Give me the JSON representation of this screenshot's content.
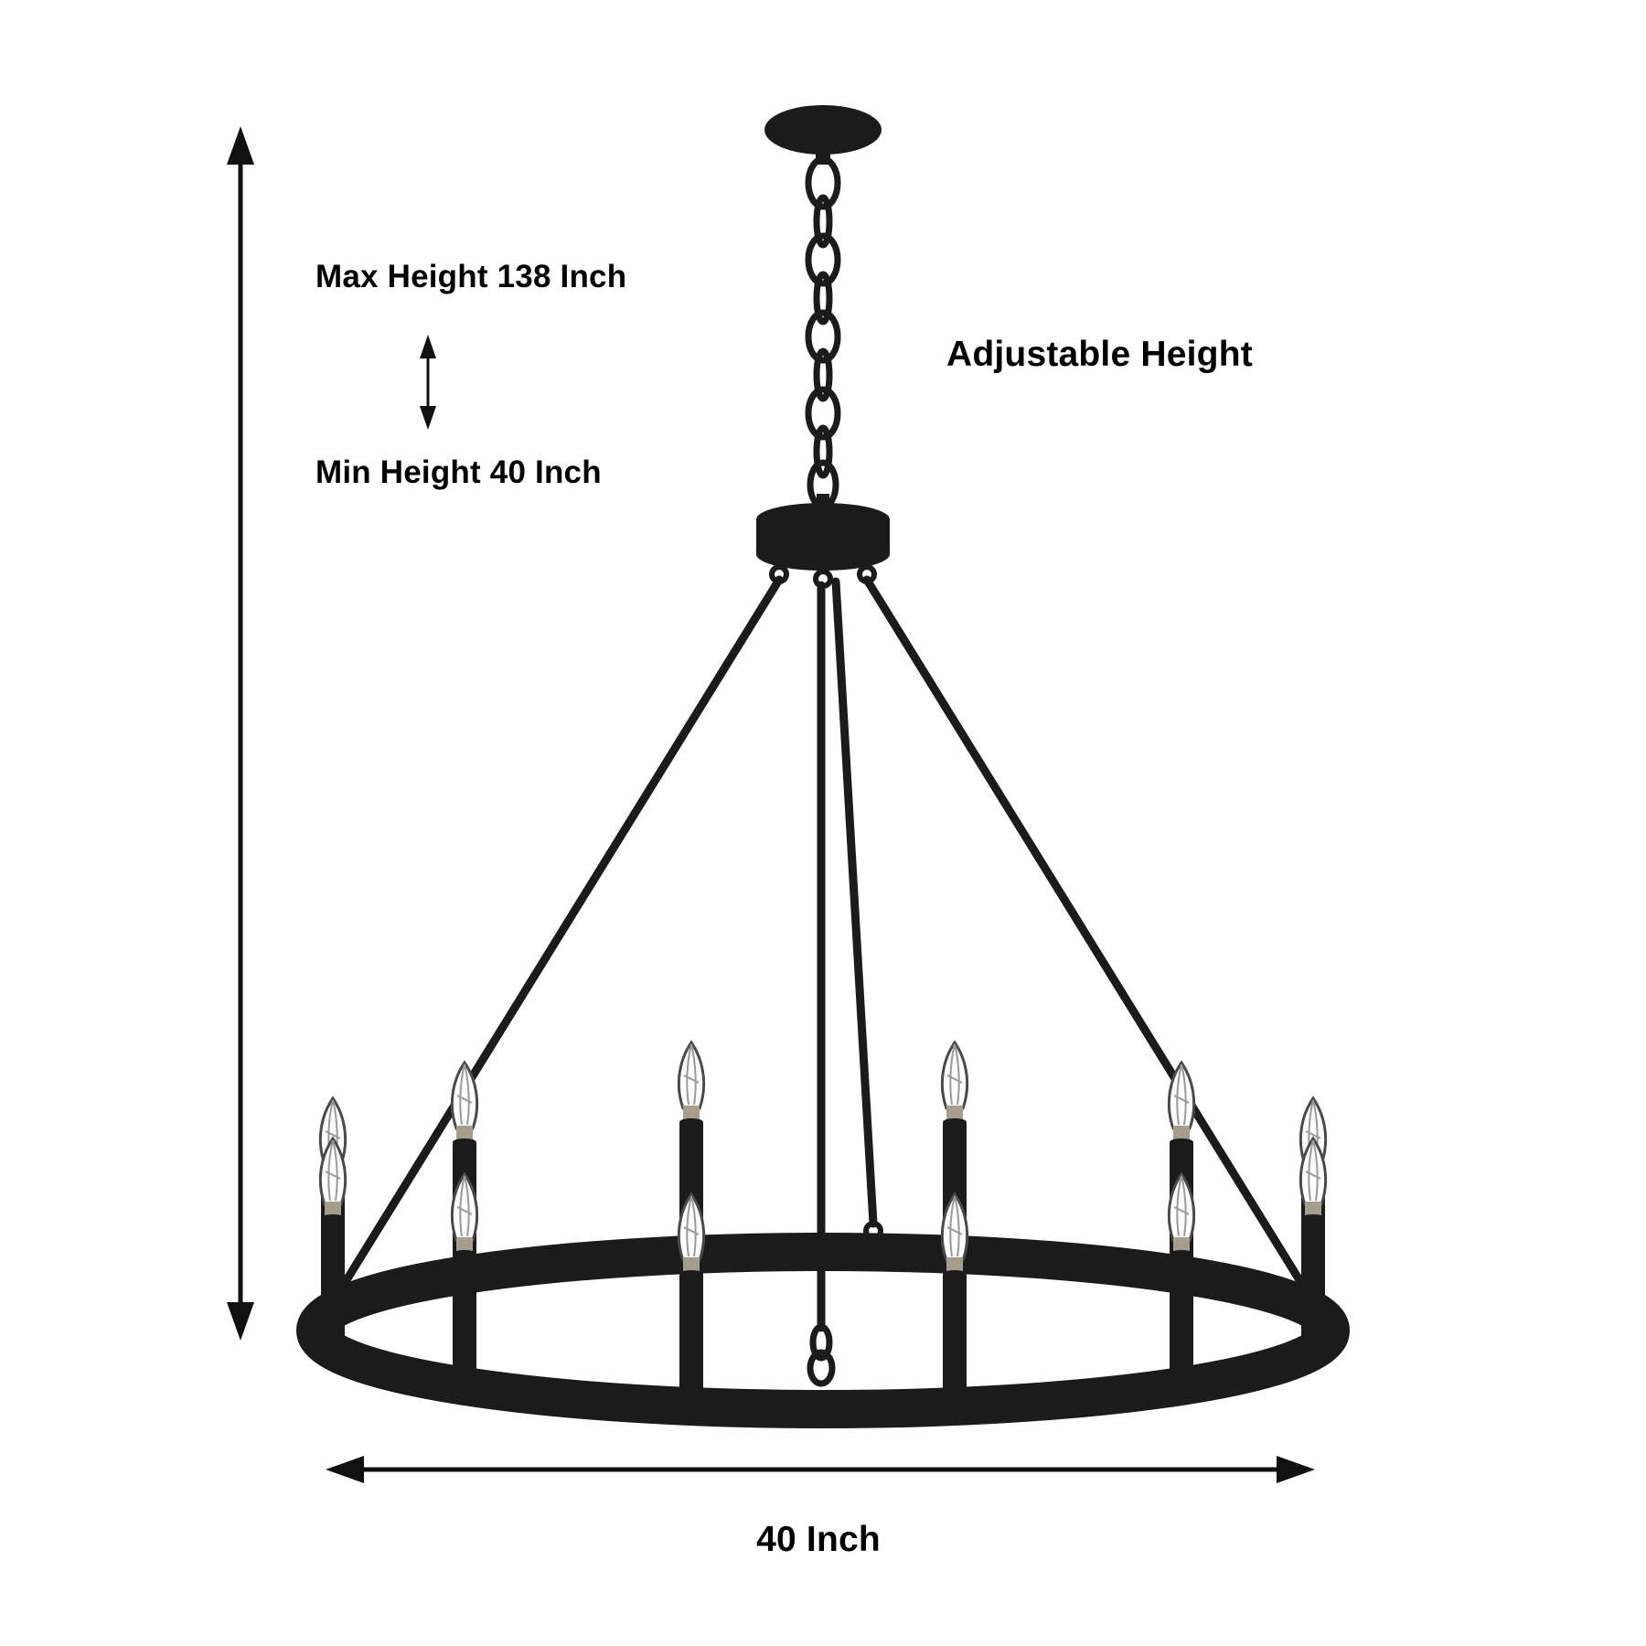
{
  "labels": {
    "max_height": "Max Height 138 Inch",
    "min_height": "Min Height 40 Inch",
    "adjustable_height": "Adjustable Height",
    "width": "40 Inch"
  },
  "chandelier": {
    "light_count": 12
  },
  "colors": {
    "fixture_black": "#1b1b1b",
    "background": "#ffffff",
    "text": "#000000"
  }
}
